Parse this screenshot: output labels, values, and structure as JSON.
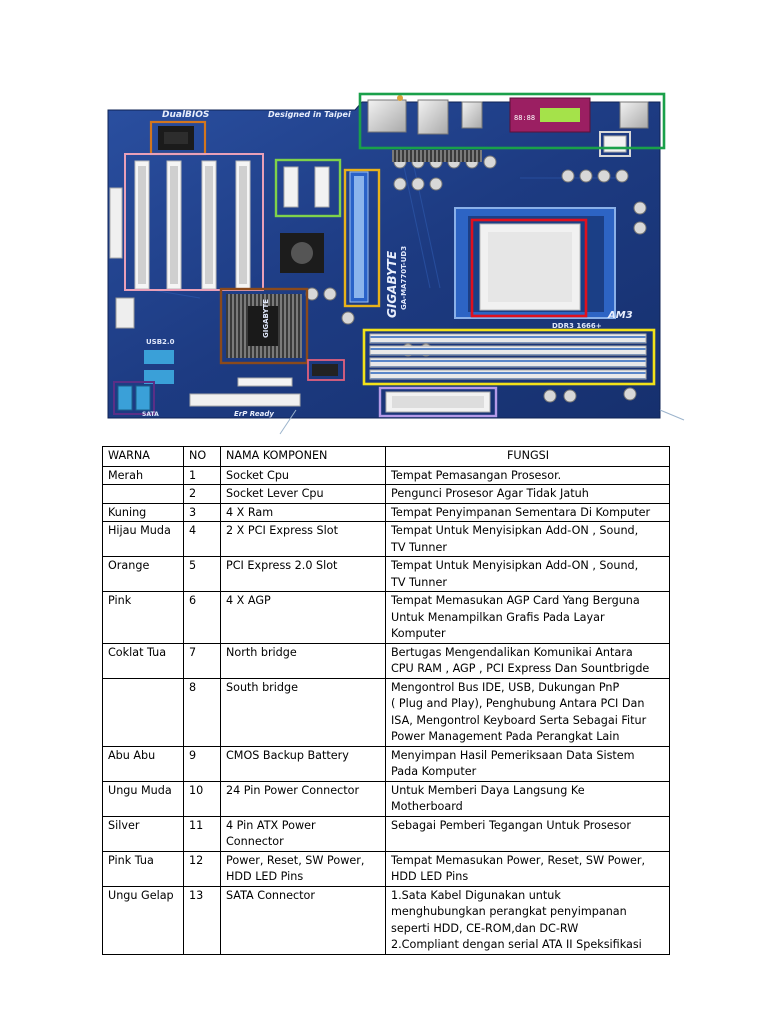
{
  "board": {
    "silkscreen": {
      "dualbios": "DualBIOS",
      "designed": "Designed in Taipei",
      "gigabyte_vertical": "GIGABYTE",
      "model": "GA-MA770T-UD3",
      "am3": "AM3",
      "ddr3": "DDR3 1666+",
      "usb": "USB2.0",
      "nb_logo": "GIGABYTE",
      "erp": "ErP Ready",
      "sata": "SATA"
    },
    "highlight_colors": {
      "red": "#e0101e",
      "yellow": "#f2d21a",
      "light_green": "#7fd24a",
      "orange": "#d2761e",
      "pink": "#e9a0b8",
      "brown": "#8a4a1c",
      "gray": "#b6b6b6",
      "light_purple": "#b49ae8",
      "silver": "#d8d8d8",
      "dark_pink": "#e0607e",
      "dark_purple": "#5a2f86",
      "green_io": "#1aa04a",
      "board_blue": "#1e3f8a"
    },
    "io_lcd_text": "88:88 "
  },
  "table": {
    "headers": [
      "WARNA",
      "NO",
      "NAMA KOMPONEN",
      "FUNGSI"
    ],
    "rows": [
      {
        "warna": "Merah",
        "no": "1",
        "nama": [
          "Socket Cpu"
        ],
        "fungsi": [
          "Tempat Pemasangan Prosesor."
        ]
      },
      {
        "warna": "",
        "no": "2",
        "nama": [
          "Socket Lever Cpu"
        ],
        "fungsi": [
          "Pengunci Prosesor Agar Tidak Jatuh"
        ]
      },
      {
        "warna": "Kuning",
        "no": "3",
        "nama": [
          "4 X Ram"
        ],
        "fungsi": [
          "Tempat Penyimpanan Sementara Di Komputer"
        ]
      },
      {
        "warna": "Hijau Muda",
        "no": "4",
        "nama": [
          " 2 X PCI Express Slot"
        ],
        "fungsi": [
          "Tempat Untuk Menyisipkan Add-ON , Sound,",
          "TV Tunner"
        ]
      },
      {
        "warna": "Orange",
        "no": "5",
        "nama": [
          "PCI Express 2.0 Slot"
        ],
        "fungsi": [
          "Tempat Untuk Menyisipkan Add-ON , Sound,",
          "TV Tunner"
        ]
      },
      {
        "warna": "Pink",
        "no": "6",
        "nama": [
          "4 X AGP"
        ],
        "fungsi": [
          "Tempat Memasukan AGP Card Yang Berguna",
          "Untuk Menampilkan Grafis Pada Layar",
          "Komputer"
        ]
      },
      {
        "warna": "Coklat Tua",
        "no": "7",
        "nama": [
          "North bridge"
        ],
        "fungsi": [
          "Bertugas Mengendalikan Komunikai Antara",
          "CPU RAM , AGP , PCI Express Dan Sountbrigde"
        ]
      },
      {
        "warna": "",
        "no": "8",
        "nama": [
          "South bridge"
        ],
        "fungsi": [
          "Mengontrol Bus IDE, USB, Dukungan PnP",
          "( Plug and Play), Penghubung Antara PCI Dan",
          "ISA, Mengontrol Keyboard Serta Sebagai Fitur",
          "Power Management Pada Perangkat Lain"
        ]
      },
      {
        "warna": "Abu Abu",
        "no": "9",
        "nama": [
          "CMOS Backup Battery"
        ],
        "fungsi": [
          "Menyimpan Hasil Pemeriksaan Data Sistem",
          "Pada Komputer"
        ]
      },
      {
        "warna": "Ungu Muda",
        "no": "10",
        "nama": [
          "24 Pin Power Connector"
        ],
        "fungsi": [
          "Untuk Memberi Daya Langsung Ke",
          "Motherboard"
        ]
      },
      {
        "warna": "Silver",
        "no": "11",
        "nama": [
          "4 Pin ATX Power",
          "Connector"
        ],
        "fungsi": [
          "Sebagai Pemberi Tegangan Untuk Prosesor"
        ]
      },
      {
        "warna": "Pink Tua",
        "no": "12",
        "nama": [
          "Power, Reset, SW Power,",
          "HDD LED Pins"
        ],
        "fungsi": [
          "Tempat Memasukan Power, Reset, SW Power,",
          "HDD LED Pins"
        ]
      },
      {
        "warna": "Ungu Gelap",
        "no": "13",
        "nama": [
          "SATA Connector"
        ],
        "fungsi": [
          "1.Sata Kabel Digunakan untuk",
          "menghubungkan perangkat penyimpanan",
          "seperti HDD, CE-ROM,dan DC-RW",
          "2.Compliant dengan serial ATA II Speksifikasi"
        ]
      }
    ]
  }
}
